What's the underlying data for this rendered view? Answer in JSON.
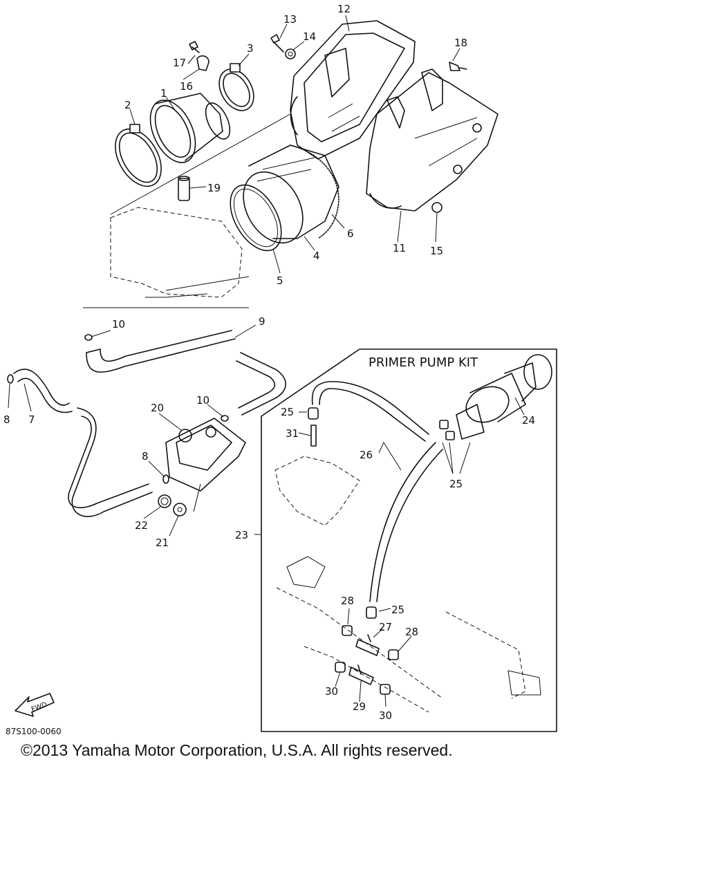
{
  "diagram": {
    "kit_title": "PRIMER PUMP KIT",
    "figure_code": "87S100-0060",
    "fwd_label": "FWD",
    "part_labels": {
      "p1": "1",
      "p2": "2",
      "p3": "3",
      "p4": "4",
      "p5": "5",
      "p6": "6",
      "p7": "7",
      "p8a": "8",
      "p8b": "8",
      "p9": "9",
      "p10a": "10",
      "p10b": "10",
      "p11": "11",
      "p12": "12",
      "p13": "13",
      "p14": "14",
      "p15": "15",
      "p16": "16",
      "p17": "17",
      "p18": "18",
      "p19": "19",
      "p20": "20",
      "p21": "21",
      "p22": "22",
      "p23": "23",
      "p24": "24",
      "p25a": "25",
      "p25b": "25",
      "p25c": "25",
      "p26": "26",
      "p27": "27",
      "p28a": "28",
      "p28b": "28",
      "p29": "29",
      "p30a": "30",
      "p30b": "30",
      "p31": "31"
    }
  },
  "copyright": "©2013 Yamaha Motor Corporation, U.S.A. All rights reserved."
}
